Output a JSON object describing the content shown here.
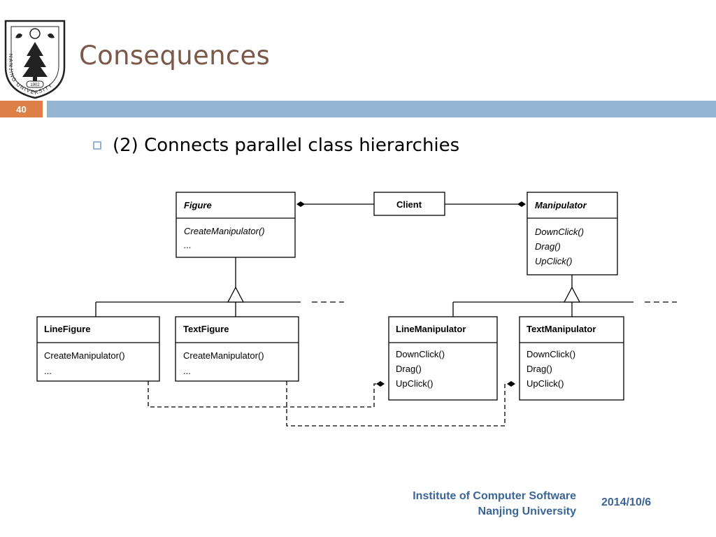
{
  "slide": {
    "title": "Consequences",
    "number": "40",
    "bullet": "(2) Connects parallel class hierarchies"
  },
  "logo": {
    "ring_text": "NANJING UNIVERSITY",
    "year": "1902"
  },
  "diagram": {
    "client": "Client",
    "figure": {
      "name": "Figure",
      "ops": [
        "CreateManipulator()",
        "..."
      ]
    },
    "manipulator": {
      "name": "Manipulator",
      "ops": [
        "DownClick()",
        "Drag()",
        "UpClick()"
      ]
    },
    "line_figure": {
      "name": "LineFigure",
      "ops": [
        "CreateManipulator()",
        "..."
      ]
    },
    "text_figure": {
      "name": "TextFigure",
      "ops": [
        "CreateManipulator()",
        "..."
      ]
    },
    "line_manipulator": {
      "name": "LineManipulator",
      "ops": [
        "DownClick()",
        "Drag()",
        "UpClick()"
      ]
    },
    "text_manipulator": {
      "name": "TextManipulator",
      "ops": [
        "DownClick()",
        "Drag()",
        "UpClick()"
      ]
    }
  },
  "footer": {
    "institute_line1": "Institute of Computer Software",
    "institute_line2": "Nanjing University",
    "date": "2014/10/6"
  },
  "colors": {
    "title": "#7b5847",
    "accent_orange": "#dd8047",
    "accent_blue": "#94b6d2",
    "footer_text": "#3b6597"
  }
}
